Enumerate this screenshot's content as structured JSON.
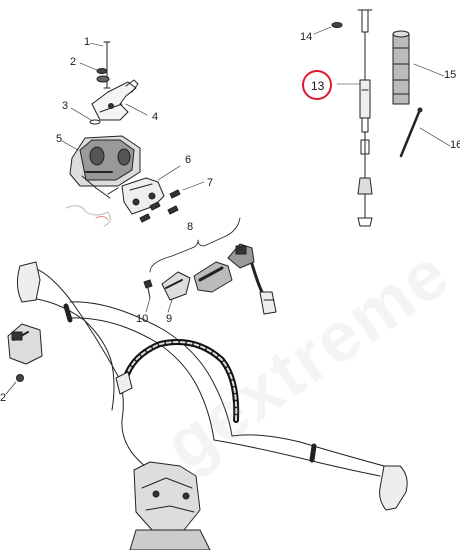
{
  "diagram": {
    "callouts": [
      {
        "id": "1",
        "label": "1"
      },
      {
        "id": "2a",
        "label": "2"
      },
      {
        "id": "3",
        "label": "3"
      },
      {
        "id": "4",
        "label": "4"
      },
      {
        "id": "5",
        "label": "5"
      },
      {
        "id": "6",
        "label": "6"
      },
      {
        "id": "7",
        "label": "7"
      },
      {
        "id": "8",
        "label": "8"
      },
      {
        "id": "9",
        "label": "9"
      },
      {
        "id": "10",
        "label": "10"
      },
      {
        "id": "2b",
        "label": "2"
      },
      {
        "id": "13",
        "label": "13"
      },
      {
        "id": "14",
        "label": "14"
      },
      {
        "id": "15",
        "label": "15"
      },
      {
        "id": "16",
        "label": "16"
      }
    ],
    "highlight": {
      "callout": "13",
      "color": "#e0182d"
    },
    "watermark": "gextreme",
    "line_color": "#222222"
  }
}
